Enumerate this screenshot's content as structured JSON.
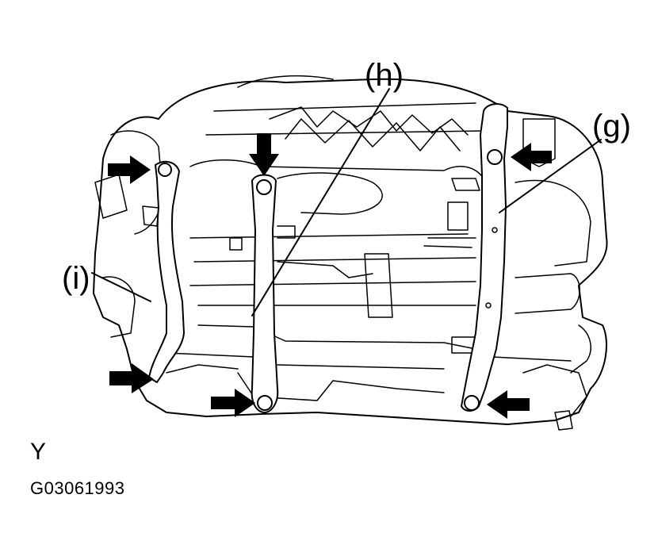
{
  "labels": {
    "g": "(g)",
    "h": "(h)",
    "i": "(i)"
  },
  "view_label": "Y",
  "figure_id": "G03061993",
  "icons": {
    "arrow": "bolt-location-arrow-icon",
    "bolt": "bolt-icon"
  }
}
